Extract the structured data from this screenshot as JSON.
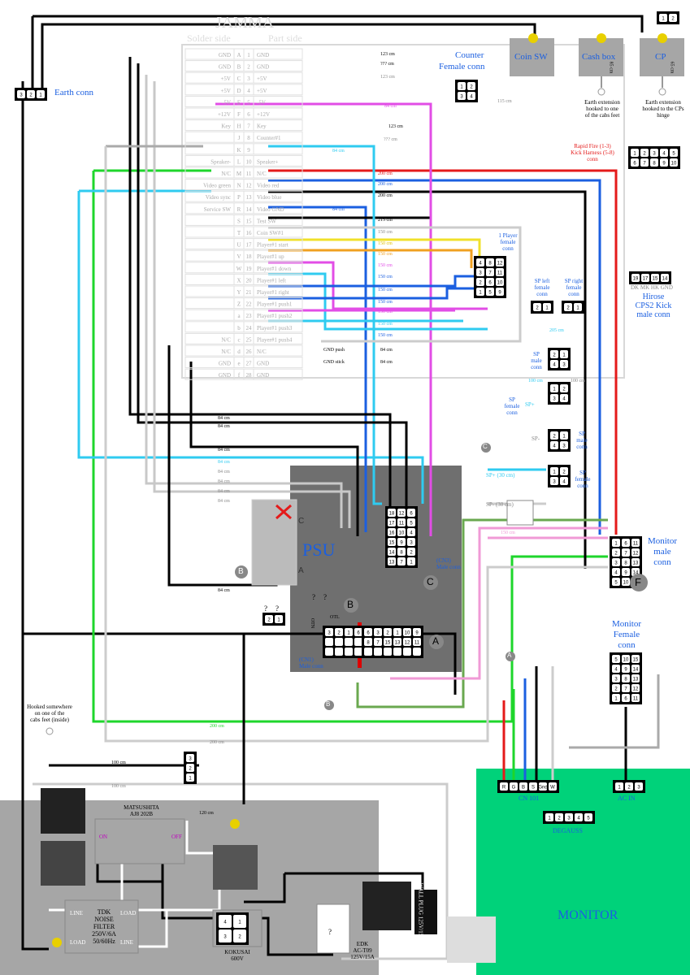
{
  "jamma": {
    "title": "JAMMA",
    "solder_side": "Solder side",
    "part_side": "Part side",
    "rows": [
      {
        "left": "GND",
        "l": "A",
        "n": "1",
        "right": "GND"
      },
      {
        "left": "GND",
        "l": "B",
        "n": "2",
        "right": "GND"
      },
      {
        "left": "+5V",
        "l": "C",
        "n": "3",
        "right": "+5V"
      },
      {
        "left": "+5V",
        "l": "D",
        "n": "4",
        "right": "+5V"
      },
      {
        "left": "-5V",
        "l": "E",
        "n": "5",
        "right": "-5V"
      },
      {
        "left": "+12V",
        "l": "F",
        "n": "6",
        "right": "+12V"
      },
      {
        "left": "Key",
        "l": "H",
        "n": "7",
        "right": "Key"
      },
      {
        "left": "",
        "l": "J",
        "n": "8",
        "right": "Counter#1"
      },
      {
        "left": "",
        "l": "K",
        "n": "9",
        "right": ""
      },
      {
        "left": "Speaker-",
        "l": "L",
        "n": "10",
        "right": "Speaker+"
      },
      {
        "left": "N/C",
        "l": "M",
        "n": "11",
        "right": "N/C"
      },
      {
        "left": "Video green",
        "l": "N",
        "n": "12",
        "right": "Video red"
      },
      {
        "left": "Video sync",
        "l": "P",
        "n": "13",
        "right": "Video blue"
      },
      {
        "left": "Service SW",
        "l": "R",
        "n": "14",
        "right": "Video GND"
      },
      {
        "left": "",
        "l": "S",
        "n": "15",
        "right": "Test SW"
      },
      {
        "left": "",
        "l": "T",
        "n": "16",
        "right": "Coin SW#1"
      },
      {
        "left": "",
        "l": "U",
        "n": "17",
        "right": "Player#1 start"
      },
      {
        "left": "",
        "l": "V",
        "n": "18",
        "right": "Player#1 up"
      },
      {
        "left": "",
        "l": "W",
        "n": "19",
        "right": "Player#1 down"
      },
      {
        "left": "",
        "l": "X",
        "n": "20",
        "right": "Player#1 left"
      },
      {
        "left": "",
        "l": "Y",
        "n": "21",
        "right": "Player#1 right"
      },
      {
        "left": "",
        "l": "Z",
        "n": "22",
        "right": "Player#1 push1"
      },
      {
        "left": "",
        "l": "a",
        "n": "23",
        "right": "Player#1 push2"
      },
      {
        "left": "",
        "l": "b",
        "n": "24",
        "right": "Player#1 push3"
      },
      {
        "left": "N/C",
        "l": "c",
        "n": "25",
        "right": "Player#1 push4"
      },
      {
        "left": "N/C",
        "l": "d",
        "n": "26",
        "right": "N/C"
      },
      {
        "left": "GND",
        "l": "e",
        "n": "27",
        "right": "GND"
      },
      {
        "left": "GND",
        "l": "f",
        "n": "28",
        "right": "GND"
      }
    ]
  },
  "labels": {
    "earth_conn": "Earth conn",
    "counter": "Counter",
    "female_conn": "Female conn",
    "coin_sw": "Coin SW",
    "cash_box": "Cash box",
    "cp": "CP",
    "earth_ext_1": "Earth extension",
    "earth_ext_2": "hooked to one",
    "earth_ext_3": "of the cabs feet",
    "earth_ext_cp_1": "Earth extension",
    "earth_ext_cp_2": "hooked to the CPs",
    "earth_ext_cp_3": "hinge",
    "rapid_1": "Rapid Fire (1-3)",
    "rapid_2": "Kick Harness (5-8)",
    "rapid_3": "conn",
    "hirose_pins": "DK MK HK GND",
    "hirose_1": "Hirose",
    "hirose_2": "CPS2 Kick",
    "hirose_3": "male conn",
    "player1_1": "1 Player",
    "player1_2": "female",
    "player1_3": "conn",
    "sp_left_1": "SP left",
    "sp_left_2": "female",
    "sp_left_3": "conn",
    "sp_right_1": "SP right",
    "sp_right_2": "female",
    "sp_right_3": "conn",
    "sp_male_1": "SP",
    "sp_male_2": "male",
    "sp_male_3": "conn",
    "sp_female_1": "SP",
    "sp_female_2": "female",
    "sp_female_3": "conn",
    "sp_male2_1": "SP",
    "sp_male2_2": "male",
    "sp_male2_3": "conn",
    "sp_female2_1": "SP",
    "sp_female2_2": "female",
    "sp_female2_3": "conn",
    "sp_plus": "SP+",
    "sp_minus": "SP-",
    "sp_plus_30": "SP+ (30 cm)",
    "sp_minus_30": "SP- (30 cm)",
    "psu": "PSU",
    "cn3_1": "(CN3)",
    "cn3_2": "Male conn",
    "cn1_1": "(CN1)",
    "cn1_2": "Male conn",
    "monitor_male_1": "Monitor",
    "monitor_male_2": "male",
    "monitor_male_3": "conn",
    "monitor_female_1": "Monitor",
    "monitor_female_2": "Female",
    "monitor_female_3": "conn",
    "hooked_1": "Hooked somewhere",
    "hooked_2": "on one of the",
    "hooked_3": "cabs feet (inside)",
    "monitor": "MONITOR",
    "cn101": "CN 101",
    "ac_in": "AC IN",
    "degauss": "DEGAUSS",
    "matsushita_1": "MATSUSHITA",
    "matsushita_2": "AJ8 202B",
    "on": "ON",
    "off": "OFF",
    "tdk_1": "TDK",
    "tdk_2": "NOISE",
    "tdk_3": "FILTER",
    "tdk_4": "250V/6A",
    "tdk_5": "50/60Hz",
    "line": "LINE",
    "load": "LOAD",
    "kokusai_1": "KOKUSAI",
    "kokusai_2": "600V",
    "edk_1": "EDK",
    "edk_2": "AC-T09",
    "edk_3": "125V/15A",
    "wall_plug": "WALL PLUG 125V/15A",
    "q": "?",
    "letter_a": "A",
    "letter_b": "B",
    "letter_c": "C",
    "letter_f": "F",
    "otl": "OTL",
    "otn": "OTN"
  },
  "lengths": {
    "l123": "123 cm",
    "l777": "??? cm",
    "l115": "115 cm",
    "l84": "84 cm",
    "l200": "200 cm",
    "l215": "215 cm",
    "l150": "150 cm",
    "l205": "205 cm",
    "l100": "100 cm",
    "l120": "120 cm",
    "l85": "85 cm",
    "l65": "65 cm",
    "gnd_push": "GND push",
    "gnd_stick": "GND stick"
  }
}
